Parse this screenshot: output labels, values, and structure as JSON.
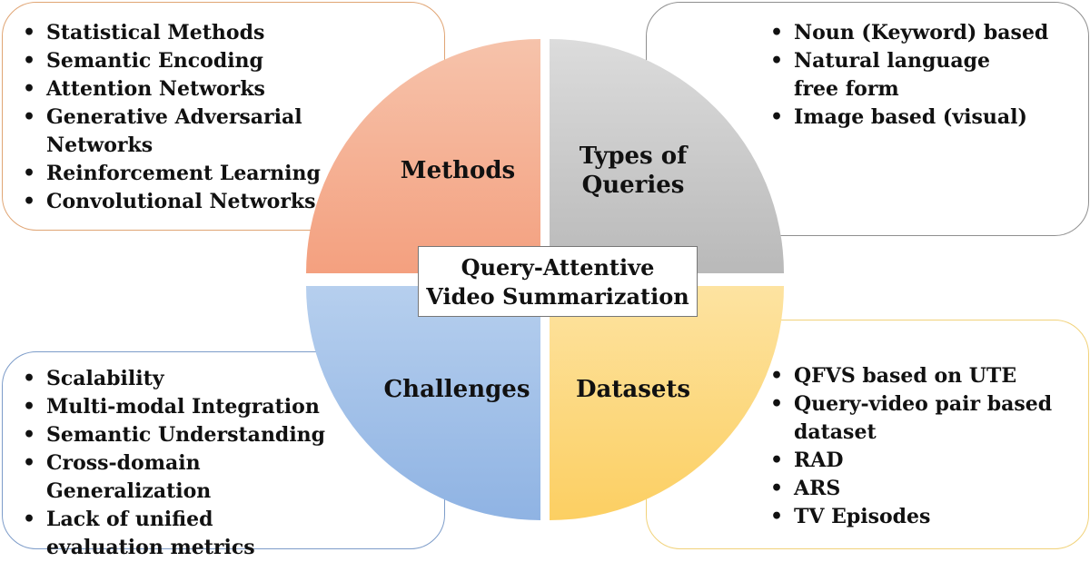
{
  "center_title": {
    "line1": "Query-Attentive",
    "line2": "Video Summarization"
  },
  "quadrants": {
    "methods": {
      "label": "Methods",
      "color_top": "#f6c3ab",
      "color_bottom": "#f4a07f"
    },
    "queries": {
      "line1": "Types of",
      "line2": "Queries",
      "color_top": "#dcdcdc",
      "color_bottom": "#b9b9b9"
    },
    "challenges": {
      "label": "Challenges",
      "color_top": "#b6cfee",
      "color_bottom": "#8fb3e3"
    },
    "datasets": {
      "label": "Datasets",
      "color_top": "#fde3a1",
      "color_bottom": "#fccf62"
    }
  },
  "methods_list": [
    "Statistical Methods",
    "Semantic Encoding",
    "Attention Networks",
    "Generative Adversarial Networks",
    "Reinforcement Learning",
    "Convolutional Networks"
  ],
  "queries_list": [
    "Noun (Keyword) based",
    "Natural language free form",
    "Image based (visual)"
  ],
  "challenges_list": [
    "Scalability",
    "Multi-modal Integration",
    "Semantic Understanding",
    "Cross-domain Generalization",
    "Lack of unified evaluation metrics"
  ],
  "datasets_list": [
    "QFVS based on UTE",
    "Query-video pair based dataset",
    "RAD",
    "ARS",
    "TV Episodes"
  ]
}
